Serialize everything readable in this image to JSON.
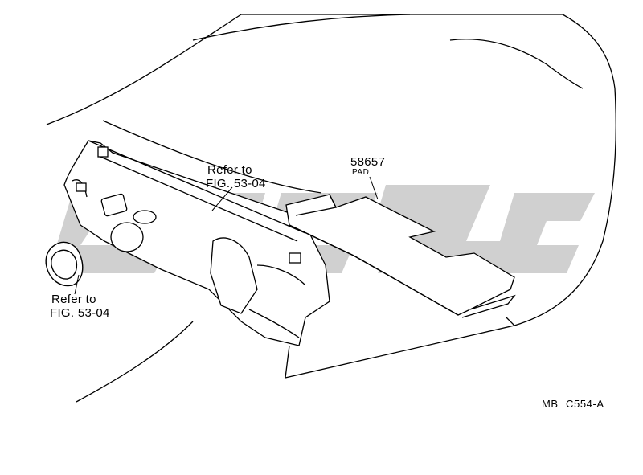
{
  "diagram": {
    "callouts": {
      "left_refer": {
        "line1": "Refer to",
        "line2": "FIG. 53-04"
      },
      "center_refer": {
        "line1": "Refer to",
        "line2": "FIG. 53-04"
      },
      "pad_part_number": "58657",
      "pad_part_name": "PAD"
    },
    "reference_code": {
      "prefix": "MB",
      "code": "C554-A"
    },
    "colors": {
      "line": "#000000",
      "watermark": "#c8c8c8",
      "background": "#ffffff"
    }
  }
}
